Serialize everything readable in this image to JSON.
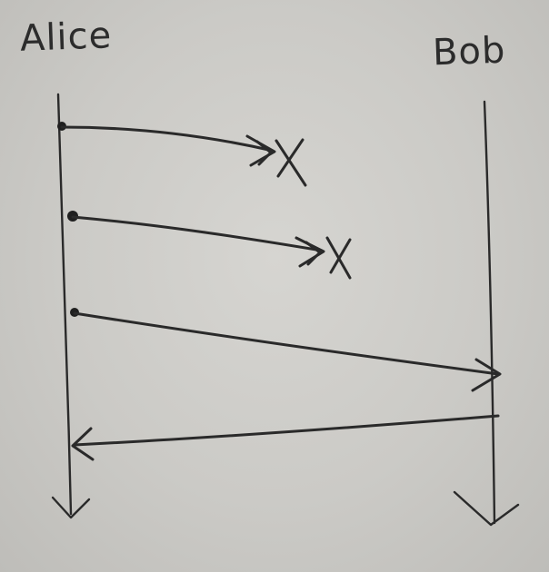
{
  "actors": {
    "alice": "Alice",
    "bob": "Bob"
  },
  "messages": [
    {
      "from": "alice",
      "to": "none",
      "outcome": "lost"
    },
    {
      "from": "alice",
      "to": "none",
      "outcome": "lost"
    },
    {
      "from": "alice",
      "to": "bob",
      "outcome": "delivered"
    },
    {
      "from": "bob",
      "to": "alice",
      "outcome": "delivered"
    }
  ],
  "colors": {
    "ink": "#2a2a2a",
    "paper": "#d6d5d1"
  }
}
